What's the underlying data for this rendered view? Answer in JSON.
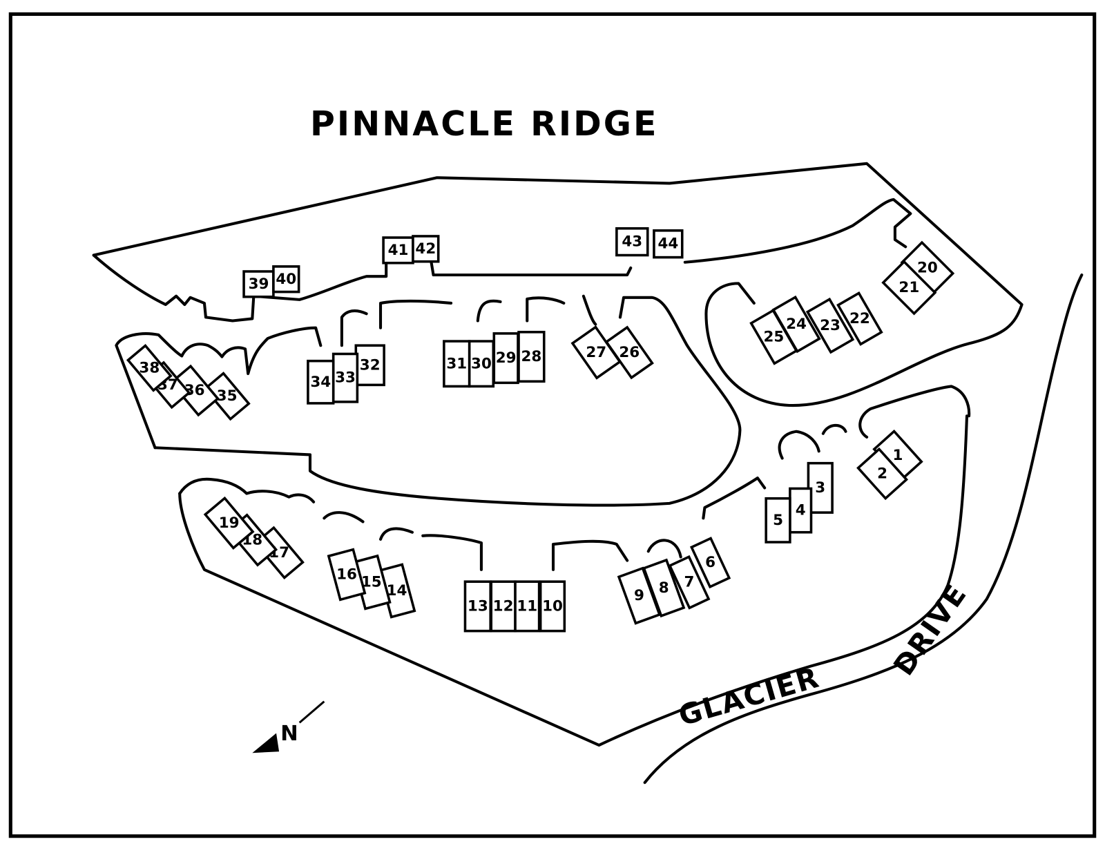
{
  "title": "PINNACLE RIDGE",
  "road_name": {
    "word1": "GLACIER",
    "word2": "DRIVE"
  },
  "north_label": "N",
  "units": [
    {
      "label": "1"
    },
    {
      "label": "2"
    },
    {
      "label": "3"
    },
    {
      "label": "4"
    },
    {
      "label": "5"
    },
    {
      "label": "6"
    },
    {
      "label": "7"
    },
    {
      "label": "8"
    },
    {
      "label": "9"
    },
    {
      "label": "10"
    },
    {
      "label": "11"
    },
    {
      "label": "12"
    },
    {
      "label": "13"
    },
    {
      "label": "14"
    },
    {
      "label": "15"
    },
    {
      "label": "16"
    },
    {
      "label": "17"
    },
    {
      "label": "18"
    },
    {
      "label": "19"
    },
    {
      "label": "20"
    },
    {
      "label": "21"
    },
    {
      "label": "22"
    },
    {
      "label": "23"
    },
    {
      "label": "24"
    },
    {
      "label": "25"
    },
    {
      "label": "26"
    },
    {
      "label": "27"
    },
    {
      "label": "28"
    },
    {
      "label": "29"
    },
    {
      "label": "30"
    },
    {
      "label": "31"
    },
    {
      "label": "32"
    },
    {
      "label": "33"
    },
    {
      "label": "34"
    },
    {
      "label": "35"
    },
    {
      "label": "36"
    },
    {
      "label": "37"
    },
    {
      "label": "38"
    },
    {
      "label": "39"
    },
    {
      "label": "40"
    },
    {
      "label": "41"
    },
    {
      "label": "42"
    },
    {
      "label": "43"
    },
    {
      "label": "44"
    }
  ]
}
